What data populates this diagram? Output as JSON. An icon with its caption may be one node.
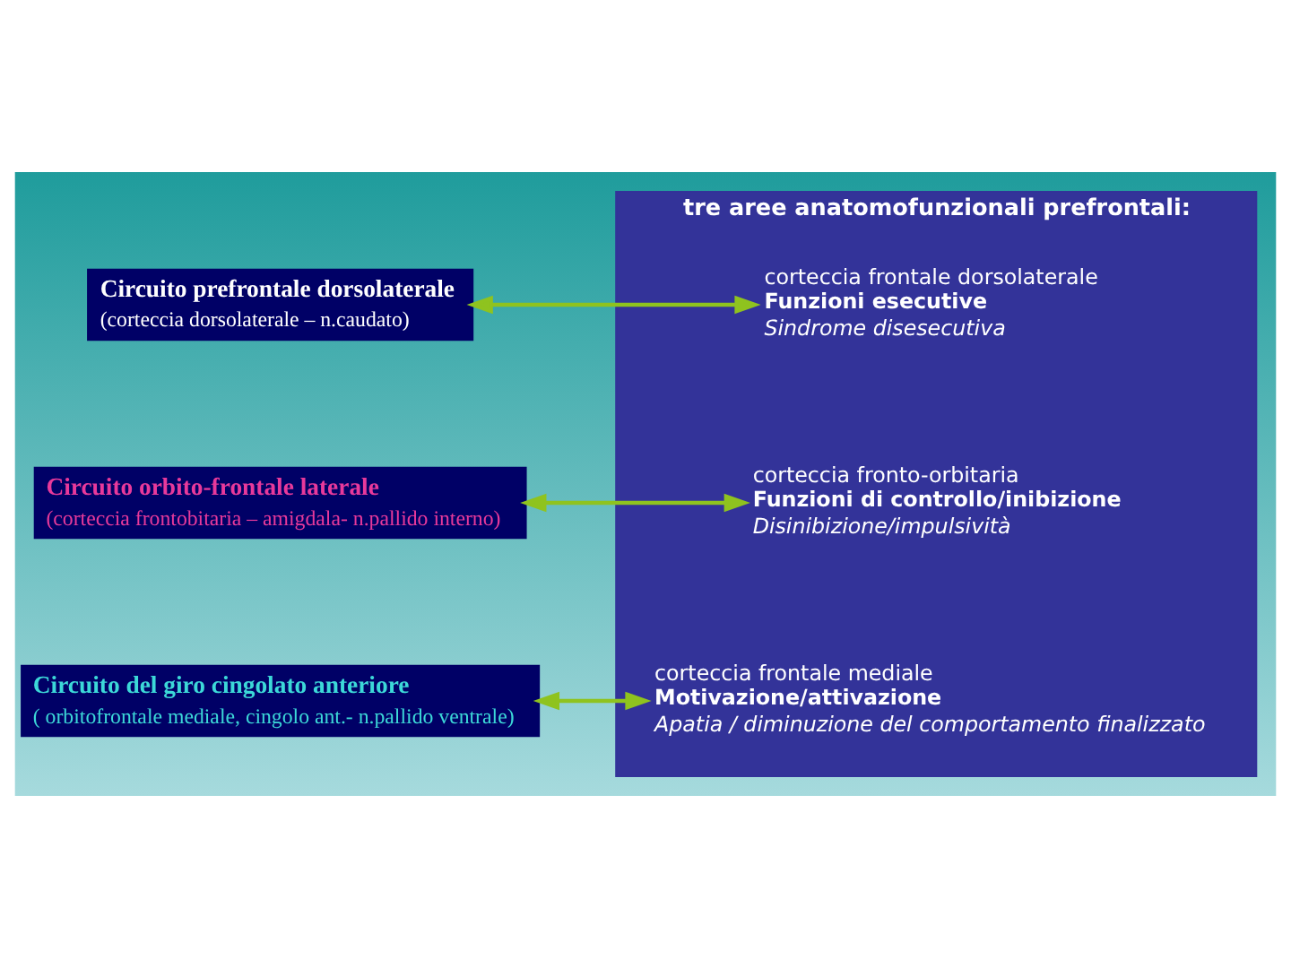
{
  "diagram": {
    "nodes": [
      {
        "text": [
          "tre aree anatomofunzionali prefrontali:"
        ]
      },
      {
        "text": [
          "Circuito prefrontale dorsolaterale",
          "(corteccia dorsolaterale – n.caudato)"
        ]
      },
      {
        "text": [
          "corteccia frontale dorsolaterale",
          "Funzioni esecutive",
          "Sindrome disesecutiva"
        ],
        "in": 0
      },
      {
        "text": [
          "Circuito orbito-frontale laterale",
          "(corteccia frontobitaria – amigdala- n.pallido interno)"
        ]
      },
      {
        "text": [
          "corteccia fronto-orbitaria",
          "Funzioni di controllo/inibizione",
          "Disinibizione/impulsività"
        ],
        "in": 0
      },
      {
        "text": [
          "Circuito del giro cingolato anteriore",
          "( orbitofrontale mediale, cingolo ant.- n.pallido ventrale)"
        ]
      },
      {
        "text": [
          "corteccia frontale mediale",
          "Motivazione/attivazione",
          "Apatia / diminuzione del comportamento finalizzato"
        ],
        "in": 0
      }
    ],
    "edges": [
      {
        "from": 1,
        "to": 2,
        "arrow": "both"
      },
      {
        "from": 3,
        "to": 4,
        "arrow": "both"
      },
      {
        "from": 5,
        "to": 6,
        "arrow": "both"
      }
    ]
  }
}
